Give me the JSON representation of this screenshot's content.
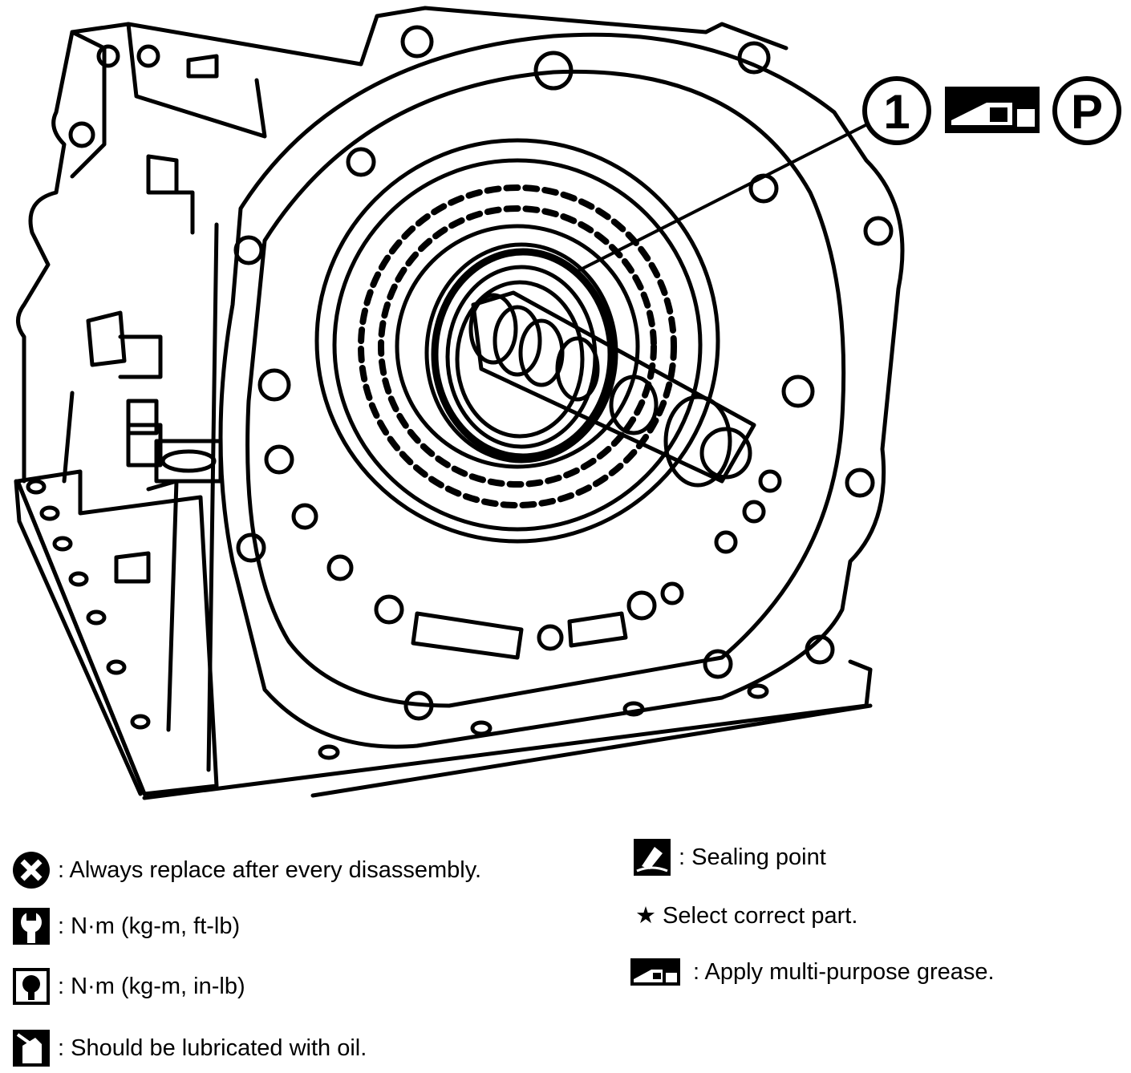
{
  "callout": {
    "number": "1",
    "parking_symbol": "P",
    "grease_icon": "grease-gun-icon"
  },
  "legend": {
    "left": [
      {
        "icon": "replace-x-icon",
        "text": ": Always replace after every disassembly."
      },
      {
        "icon": "torque-wrench-icon",
        "text": ": N·m (kg-m, ft-lb)"
      },
      {
        "icon": "torque-wrench-small-icon",
        "text": ": N·m (kg-m, in-lb)"
      },
      {
        "icon": "oil-can-icon",
        "text": ": Should be lubricated with oil."
      }
    ],
    "right": [
      {
        "icon": "sealant-icon",
        "text": ": Sealing point"
      },
      {
        "icon": "star-icon",
        "text": "★ Select correct part."
      },
      {
        "icon": "grease-gun-icon",
        "text": ": Apply multi-purpose grease."
      }
    ]
  },
  "colors": {
    "line": "#000000",
    "background": "#ffffff"
  }
}
